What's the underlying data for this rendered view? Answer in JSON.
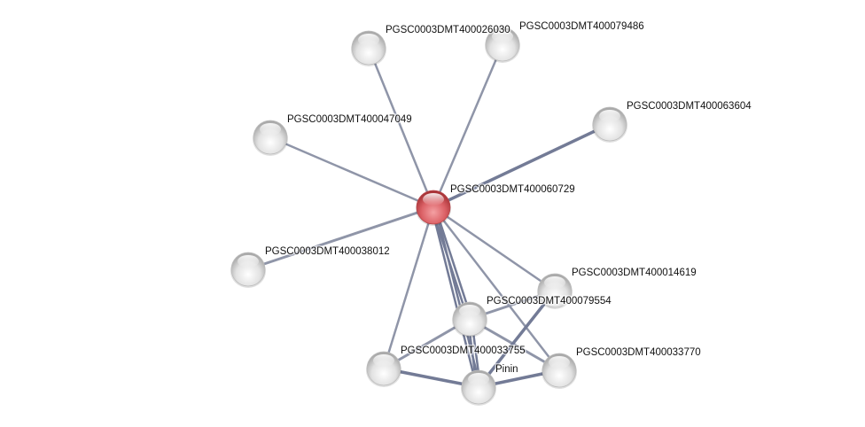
{
  "network": {
    "nodes": [
      {
        "id": "center",
        "label": "PGSC0003DMT400060729",
        "query": true
      },
      {
        "id": "n26030",
        "label": "PGSC0003DMT400026030"
      },
      {
        "id": "n79486",
        "label": "PGSC0003DMT400079486"
      },
      {
        "id": "n63604",
        "label": "PGSC0003DMT400063604"
      },
      {
        "id": "n47049",
        "label": "PGSC0003DMT400047049"
      },
      {
        "id": "n38012",
        "label": "PGSC0003DMT400038012"
      },
      {
        "id": "n14619",
        "label": "PGSC0003DMT400014619"
      },
      {
        "id": "n79554",
        "label": "PGSC0003DMT400079554"
      },
      {
        "id": "n33755",
        "label": "PGSC0003DMT400033755"
      },
      {
        "id": "pinin",
        "label": "Pinin"
      },
      {
        "id": "n33770",
        "label": "PGSC0003DMT400033770"
      }
    ],
    "edges": [
      {
        "from": "center",
        "to": "n26030",
        "strength": "low"
      },
      {
        "from": "center",
        "to": "n79486",
        "strength": "low"
      },
      {
        "from": "center",
        "to": "n63604",
        "strength": "high"
      },
      {
        "from": "center",
        "to": "n47049",
        "strength": "low"
      },
      {
        "from": "center",
        "to": "n38012",
        "strength": "medium"
      },
      {
        "from": "center",
        "to": "n14619",
        "strength": "low"
      },
      {
        "from": "center",
        "to": "n33770",
        "strength": "low"
      },
      {
        "from": "center",
        "to": "n33755",
        "strength": "low"
      },
      {
        "from": "center",
        "to": "n79554",
        "strength": "double"
      },
      {
        "from": "center",
        "to": "pinin",
        "strength": "double"
      },
      {
        "from": "n79554",
        "to": "n14619",
        "strength": "medium"
      },
      {
        "from": "n79554",
        "to": "n33755",
        "strength": "medium"
      },
      {
        "from": "n79554",
        "to": "n33770",
        "strength": "medium"
      },
      {
        "from": "n79554",
        "to": "pinin",
        "strength": "double"
      },
      {
        "from": "n33755",
        "to": "pinin",
        "strength": "high"
      },
      {
        "from": "pinin",
        "to": "n33770",
        "strength": "high"
      },
      {
        "from": "n14619",
        "to": "pinin",
        "strength": "high"
      }
    ],
    "colors": {
      "query_node": "#d9575c",
      "node": "#e0e0e0",
      "edge": "#8f95a8",
      "edge_strong": "#737b96"
    }
  }
}
